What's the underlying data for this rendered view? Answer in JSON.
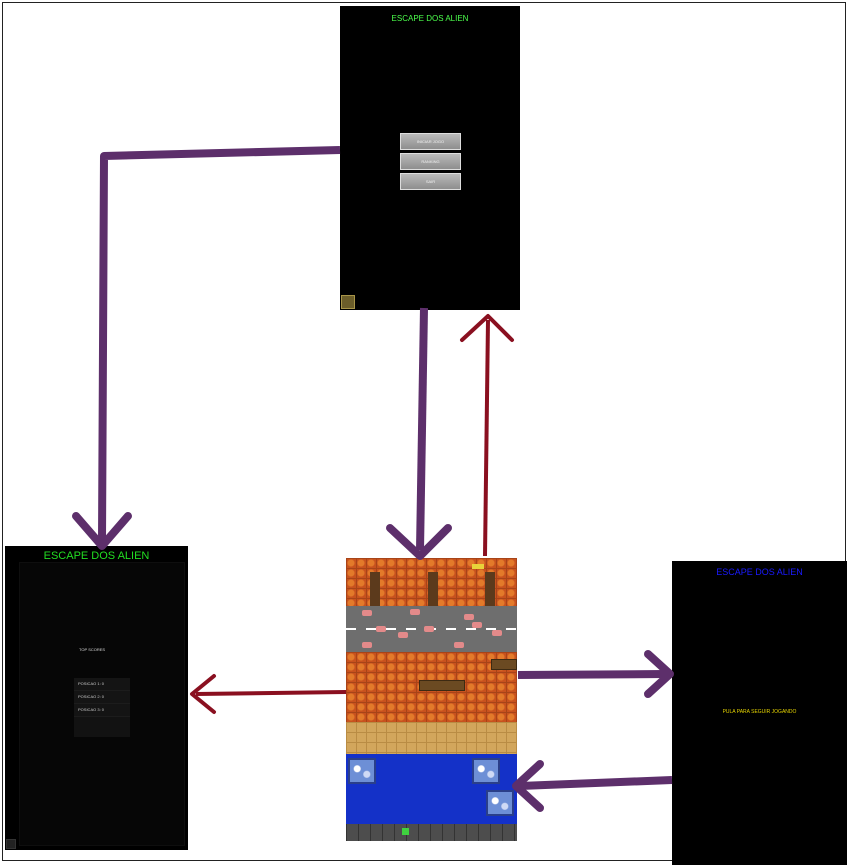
{
  "menu_screen": {
    "title": "ESCAPE DOS ALIEN",
    "buttons": [
      "INICIAR JOGO",
      "RANKING",
      "SAIR"
    ]
  },
  "ranking_screen": {
    "title": "ESCAPE DOS ALIEN",
    "label": "TOP SCORES",
    "items": [
      "POSICAO 1: 0",
      "POSICAO 2: 0",
      "POSICAO 3: 0"
    ]
  },
  "gameover_screen": {
    "title": "ESCAPE DOS ALIEN",
    "message": "PULA PARA SEGUIR JOGANDO"
  },
  "colors": {
    "forward_arrow": "#5d2f6b",
    "back_arrow": "#8a1020"
  },
  "icons": [
    "game-icon"
  ]
}
